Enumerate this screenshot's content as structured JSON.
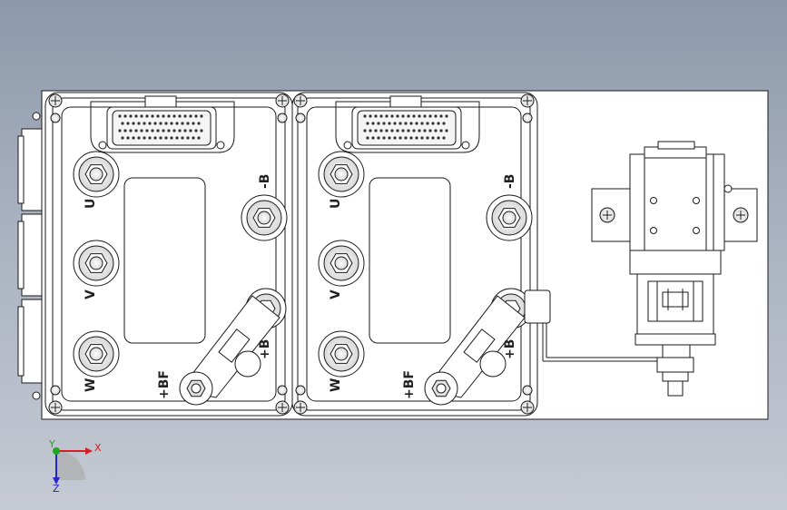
{
  "controllers": [
    {
      "id": "controller-1",
      "labels": {
        "u": "U",
        "v": "V",
        "w": "W",
        "b_minus": "-B",
        "b_plus": "+B",
        "bf_plus": "+BF"
      }
    },
    {
      "id": "controller-2",
      "labels": {
        "u": "U",
        "v": "V",
        "w": "W",
        "b_minus": "-B",
        "b_plus": "+B",
        "bf_plus": "+BF"
      }
    }
  ],
  "axis_triad": {
    "x_label": "X",
    "y_label": "Y",
    "z_label": "Z"
  },
  "colors": {
    "background_top": "#8d99ab",
    "background_bottom": "#c5cad3",
    "plate": "#ffffff",
    "line": "#1a1a1a",
    "x_axis": "#d42020",
    "y_axis": "#1fa51f",
    "z_axis": "#2424c8"
  }
}
